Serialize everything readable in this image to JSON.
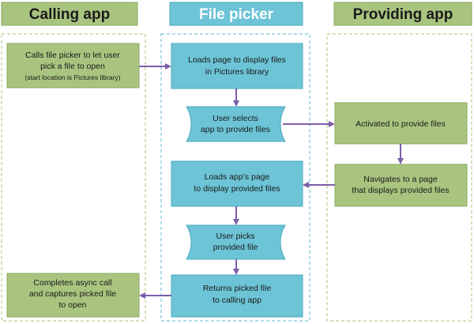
{
  "colors": {
    "green_fill": "#a9c47f",
    "green_stroke": "#8aa860",
    "blue_fill": "#6cc4d6",
    "blue_stroke": "#4aa9bd",
    "arrow": "#7b5ea8",
    "lane_border_green": "#a8c37a",
    "lane_border_blue": "#5fb8cf",
    "green_title_text": "#1a1a1a",
    "blue_title_text": "#ffffff"
  },
  "lanes": {
    "calling": {
      "title": "Calling app"
    },
    "picker": {
      "title": "File picker"
    },
    "providing": {
      "title": "Providing app"
    }
  },
  "steps": {
    "calls_picker": {
      "lines": [
        "Calls file picker  to let user",
        "pick a file to open"
      ],
      "note": "(start location  is Pictures library)"
    },
    "loads_pictures": {
      "lines": [
        "Loads page to display files",
        "in Pictures library"
      ]
    },
    "user_selects_app": {
      "lines": [
        "User selects",
        "app to provide files"
      ]
    },
    "activated": {
      "lines": [
        "Activated to provide files"
      ]
    },
    "navigates": {
      "lines": [
        "Navigates to a page",
        "that displays provided files"
      ]
    },
    "loads_app_page": {
      "lines": [
        "Loads app’s page",
        "to display provided files"
      ]
    },
    "user_picks": {
      "lines": [
        "User picks",
        "provided file"
      ]
    },
    "returns_file": {
      "lines": [
        "Returns picked file",
        "to calling app"
      ]
    },
    "completes": {
      "lines": [
        "Completes async call",
        "and captures picked file",
        "to open"
      ]
    }
  }
}
